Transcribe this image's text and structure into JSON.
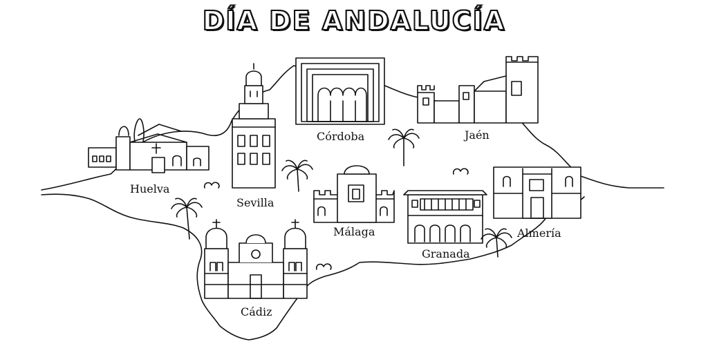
{
  "title": "DÍA DE ANDALUCÍA",
  "provinces": [
    {
      "key": "huelva",
      "label": "Huelva"
    },
    {
      "key": "sevilla",
      "label": "Sevilla"
    },
    {
      "key": "cordoba",
      "label": "Córdoba"
    },
    {
      "key": "jaen",
      "label": "Jaén"
    },
    {
      "key": "malaga",
      "label": "Málaga"
    },
    {
      "key": "granada",
      "label": "Granada"
    },
    {
      "key": "almeria",
      "label": "Almería"
    },
    {
      "key": "cadiz",
      "label": "Cádiz"
    }
  ]
}
